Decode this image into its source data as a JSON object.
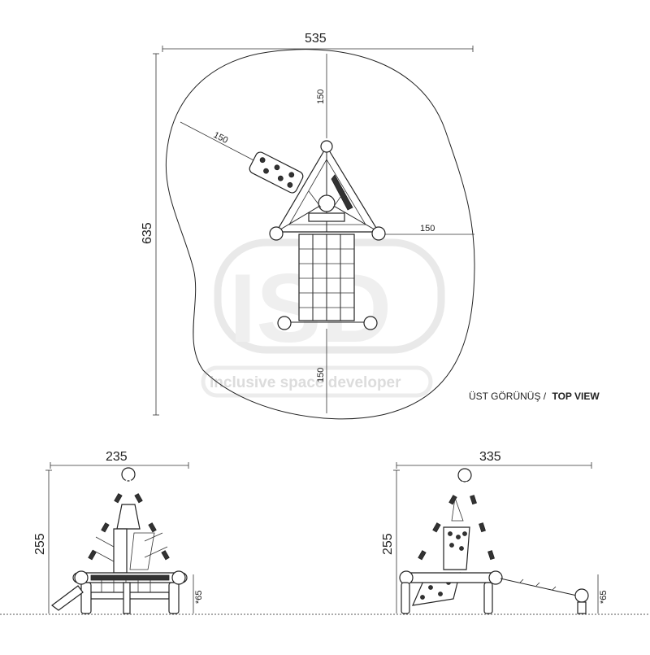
{
  "top_view": {
    "width_dim": "535",
    "height_dim": "635",
    "safety_top": "150",
    "safety_left": "150",
    "safety_right": "150",
    "safety_bottom": "150",
    "caption_tr": "ÜST GÖRÜNÜŞ /",
    "caption_en": "TOP VIEW"
  },
  "side_view_left": {
    "width_dim": "235",
    "height_dim": "255",
    "base_dim": "*65"
  },
  "side_view_right": {
    "width_dim": "335",
    "height_dim": "255",
    "base_dim": "*65"
  },
  "watermark": {
    "logo": "ISD",
    "tagline": "inclusive space developer"
  }
}
